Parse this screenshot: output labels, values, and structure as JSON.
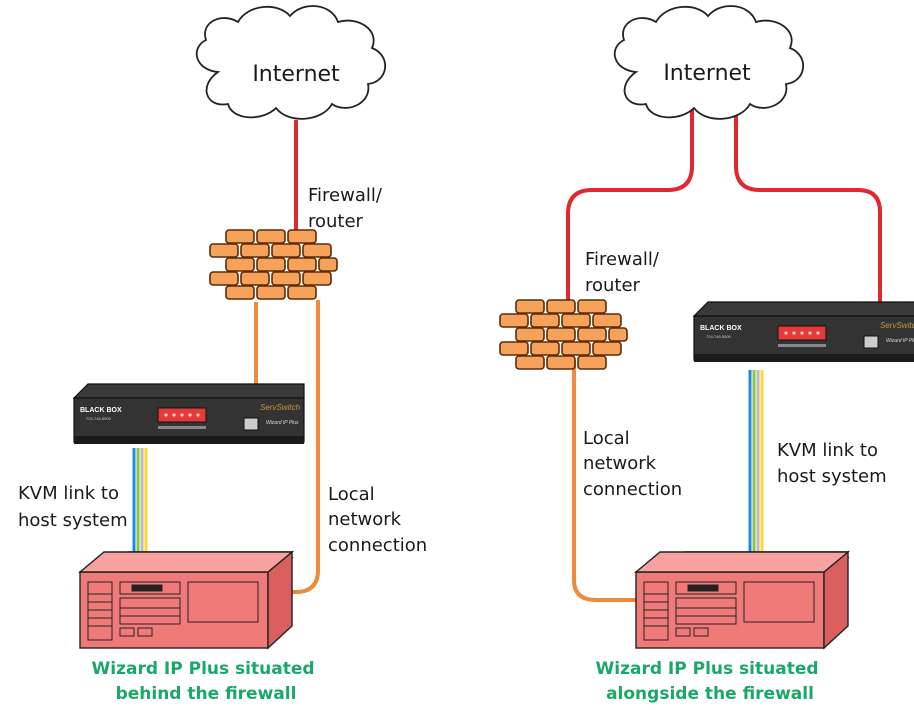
{
  "left": {
    "cloud_label": "Internet",
    "firewall_label": [
      "Firewall/",
      "router"
    ],
    "local_label": [
      "Local",
      "network",
      "connection"
    ],
    "kvm_label": [
      "KVM link to",
      "host system"
    ],
    "caption": [
      "Wizard IP Plus situated",
      "behind the firewall"
    ]
  },
  "right": {
    "cloud_label": "Internet",
    "firewall_label": [
      "Firewall/",
      "router"
    ],
    "local_label": [
      "Local",
      "network",
      "connection"
    ],
    "kvm_label": [
      "KVM link to",
      "host system"
    ],
    "caption": [
      "Wizard IP Plus situated",
      "alongside the firewall"
    ]
  },
  "device": {
    "brand": "BLACK BOX",
    "phone": "724-746-5500",
    "product_logo": "ServSwitch",
    "product_name": "Wizard IP Plus"
  },
  "colors": {
    "internet_cable": "#e0282e",
    "local_cable": "#f08a3c",
    "caption": "#1aa86a",
    "brick": "#f7a25a",
    "computer": "#f07a78"
  }
}
